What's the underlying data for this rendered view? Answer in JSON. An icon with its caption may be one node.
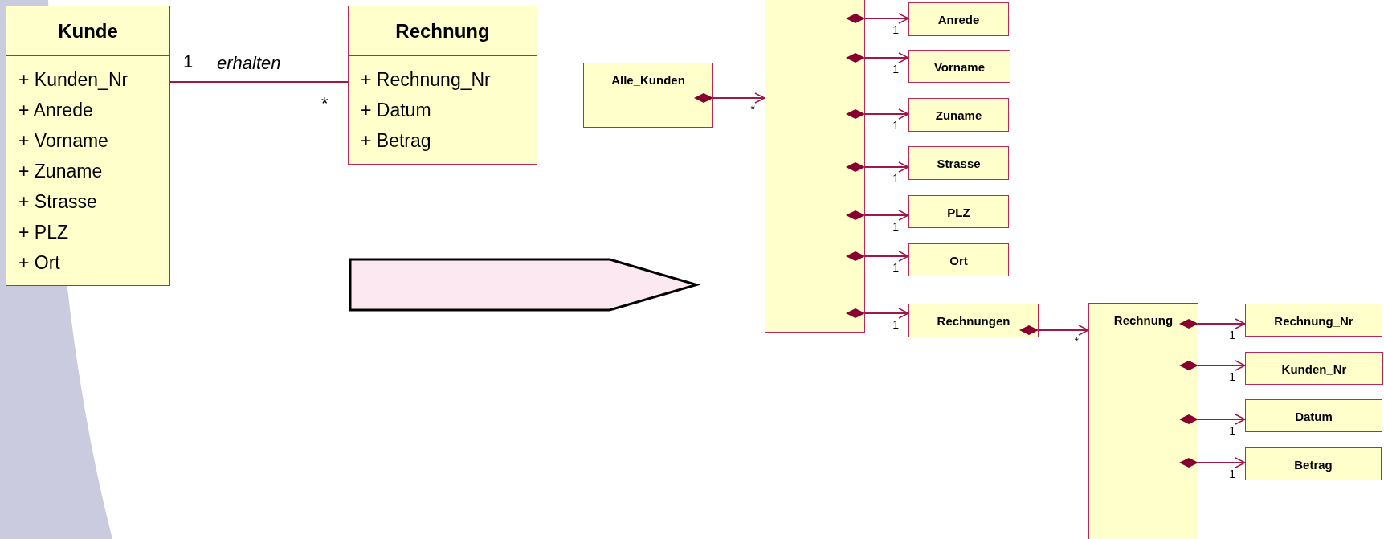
{
  "diagram": {
    "nodes": [
      {
        "text": [
          "Kunde",
          "+ Kunden_Nr",
          "+ Anrede",
          "+ Vorname",
          "+ Zuname",
          "+ Strasse",
          "+ PLZ",
          "+ Ort"
        ]
      },
      {
        "text": [
          "Rechnung",
          "+ Rechnung_Nr",
          "+ Datum",
          "+ Betrag"
        ]
      },
      {
        "text": [],
        "shape": "arrow"
      },
      {
        "text": [
          "Alle_Kunden"
        ]
      },
      {
        "text": [],
        "shape": "box"
      },
      {
        "text": [
          "Anrede"
        ]
      },
      {
        "text": [
          "Vorname"
        ]
      },
      {
        "text": [
          "Zuname"
        ]
      },
      {
        "text": [
          "Strasse"
        ]
      },
      {
        "text": [
          "PLZ"
        ]
      },
      {
        "text": [
          "Ort"
        ]
      },
      {
        "text": [
          "Rechnungen"
        ]
      },
      {
        "text": [
          "Rechnung"
        ]
      },
      {
        "text": [
          "Rechnung_Nr"
        ]
      },
      {
        "text": [
          "Kunden_Nr"
        ]
      },
      {
        "text": [
          "Datum"
        ]
      },
      {
        "text": [
          "Betrag"
        ]
      }
    ],
    "edges": [
      {
        "from": 0,
        "to": 1,
        "arrow": "none",
        "label": "erhalten"
      },
      {
        "from": 3,
        "to": 4,
        "arrow": "to",
        "label": "*"
      },
      {
        "from": 4,
        "to": 5,
        "arrow": "to",
        "label": "1"
      },
      {
        "from": 4,
        "to": 6,
        "arrow": "to",
        "label": "1"
      },
      {
        "from": 4,
        "to": 7,
        "arrow": "to",
        "label": "1"
      },
      {
        "from": 4,
        "to": 8,
        "arrow": "to",
        "label": "1"
      },
      {
        "from": 4,
        "to": 9,
        "arrow": "to",
        "label": "1"
      },
      {
        "from": 4,
        "to": 10,
        "arrow": "to",
        "label": "1"
      },
      {
        "from": 4,
        "to": 11,
        "arrow": "to",
        "label": "1"
      },
      {
        "from": 11,
        "to": 12,
        "arrow": "to",
        "label": "*"
      },
      {
        "from": 12,
        "to": 13,
        "arrow": "to",
        "label": "1"
      },
      {
        "from": 12,
        "to": 14,
        "arrow": "to",
        "label": "1"
      },
      {
        "from": 12,
        "to": 15,
        "arrow": "to",
        "label": "1"
      },
      {
        "from": 12,
        "to": 16,
        "arrow": "to",
        "label": "1"
      }
    ],
    "labels": [
      "1",
      "*"
    ]
  }
}
